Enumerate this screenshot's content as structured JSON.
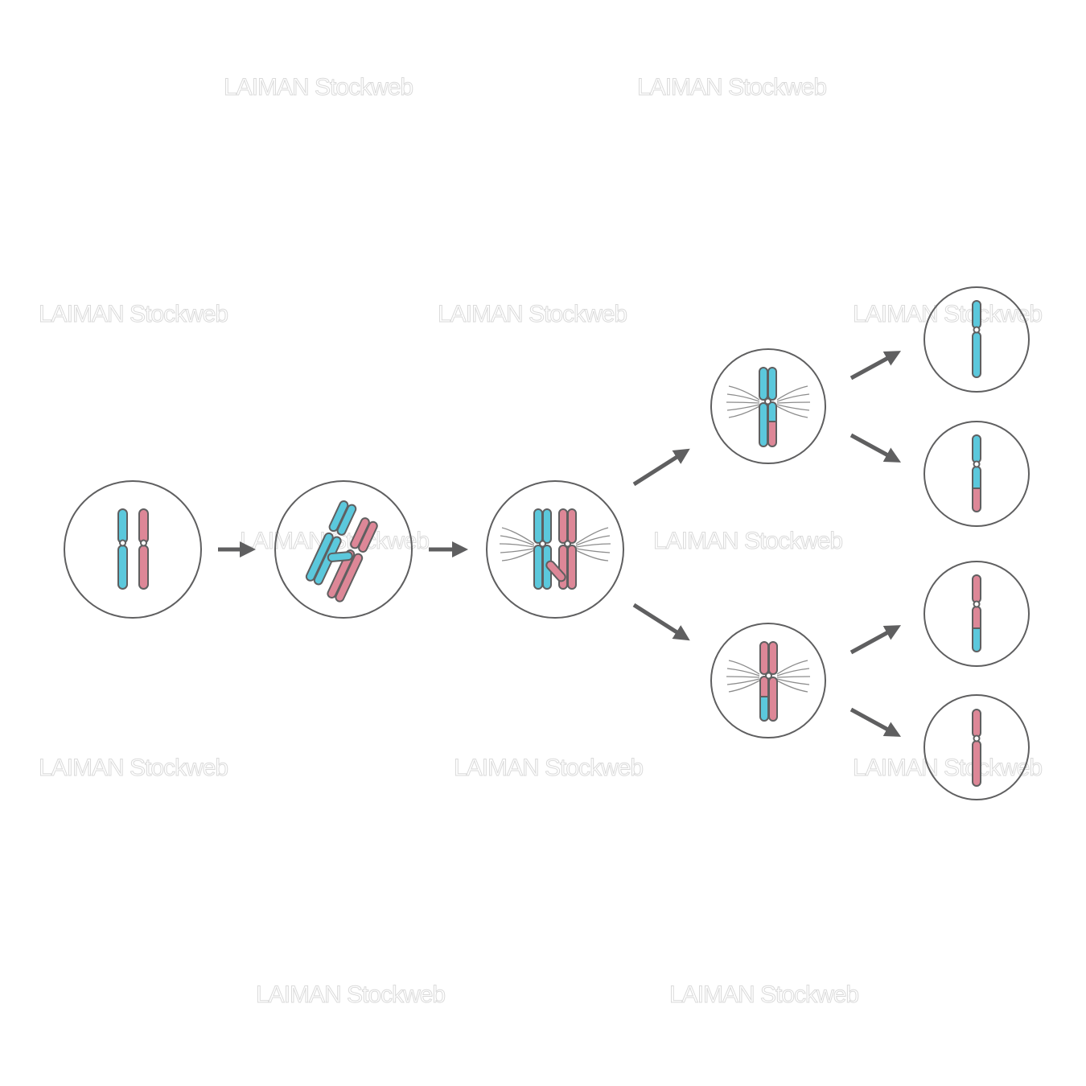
{
  "watermark": {
    "text": "LAIMAN Stockweb"
  },
  "colors": {
    "background": "#ffffff",
    "outline": "#5f5f60",
    "cyan": "#5bc8dc",
    "pink": "#dd8797",
    "spindle": "#8c8c8c",
    "arrow": "#5f5f60"
  },
  "stages": [
    {
      "name": "homologous-chromosomes",
      "chromosomes": [
        [
          "cyan"
        ],
        [
          "pink"
        ]
      ]
    },
    {
      "name": "synapsis-crossing-over",
      "chromosomes": [
        [
          "cyan",
          "cyan"
        ],
        [
          "pink",
          "pink"
        ]
      ]
    },
    {
      "name": "metaphase-i",
      "chromosomes": [
        [
          "cyan",
          "cyan-pink"
        ],
        [
          "pink",
          "pink-cyan"
        ]
      ]
    },
    {
      "name": "metaphase-ii-upper",
      "chromosomes": [
        [
          "cyan",
          "cyan-pink"
        ]
      ]
    },
    {
      "name": "metaphase-ii-lower",
      "chromosomes": [
        [
          "pink",
          "pink-cyan"
        ]
      ]
    },
    {
      "name": "gamete-1",
      "chromatid": "cyan"
    },
    {
      "name": "gamete-2",
      "chromatid": "cyan-pink"
    },
    {
      "name": "gamete-3",
      "chromatid": "pink-cyan"
    },
    {
      "name": "gamete-4",
      "chromatid": "pink"
    }
  ]
}
